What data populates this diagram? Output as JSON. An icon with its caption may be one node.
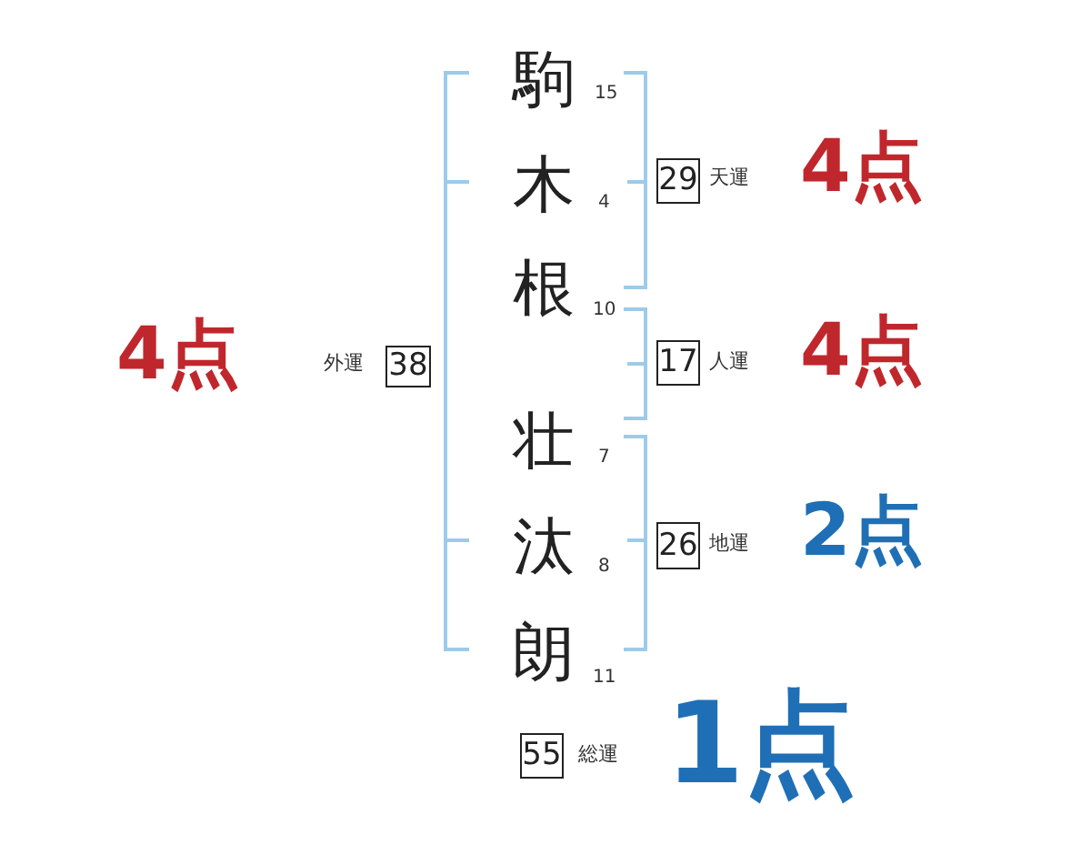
{
  "diagram": {
    "nodes": [
      {
        "text": [
          "29"
        ],
        "beside": [
          "天運"
        ]
      },
      {
        "text": [
          "38"
        ],
        "beside": [
          "外運"
        ]
      },
      {
        "text": [
          "17"
        ],
        "beside": [
          "人運"
        ]
      },
      {
        "text": [
          "26"
        ],
        "beside": [
          "地運"
        ]
      },
      {
        "text": [
          "55"
        ],
        "beside": [
          "総運"
        ]
      }
    ],
    "labels": [
      "駒",
      "15",
      "木",
      "4",
      "根",
      "10",
      "4点",
      "4点",
      "4点",
      "壮",
      "7",
      "汰",
      "8",
      "2点",
      "朗",
      "11",
      "1点"
    ]
  }
}
